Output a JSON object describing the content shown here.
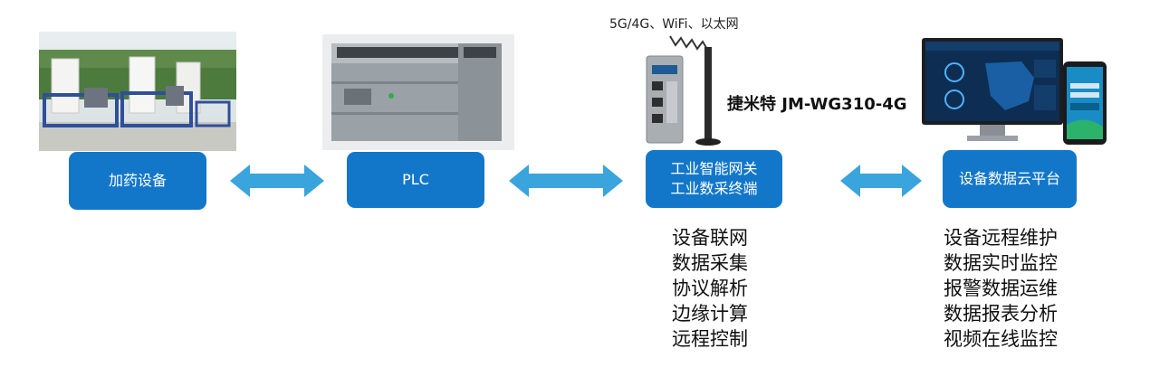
{
  "nodes": [
    {
      "label": "加药设备"
    },
    {
      "label": "PLC"
    },
    {
      "label_line1": "工业智能网关",
      "label_line2": "工业数采终端"
    },
    {
      "label": "设备数据云平台"
    }
  ],
  "gateway": {
    "network_label": "5G/4G、WiFi、以太网",
    "brand_label": "捷米特 JM-WG310-4G",
    "features": [
      "设备联网",
      "数据采集",
      "协议解析",
      "边缘计算",
      "远程控制"
    ]
  },
  "cloud": {
    "features": [
      "设备远程维护",
      "数据实时监控",
      "报警数据运维",
      "数据报表分析",
      "视频在线监控"
    ]
  },
  "colors": {
    "box": "#1377c9",
    "arrow": "#3aa4dc"
  }
}
